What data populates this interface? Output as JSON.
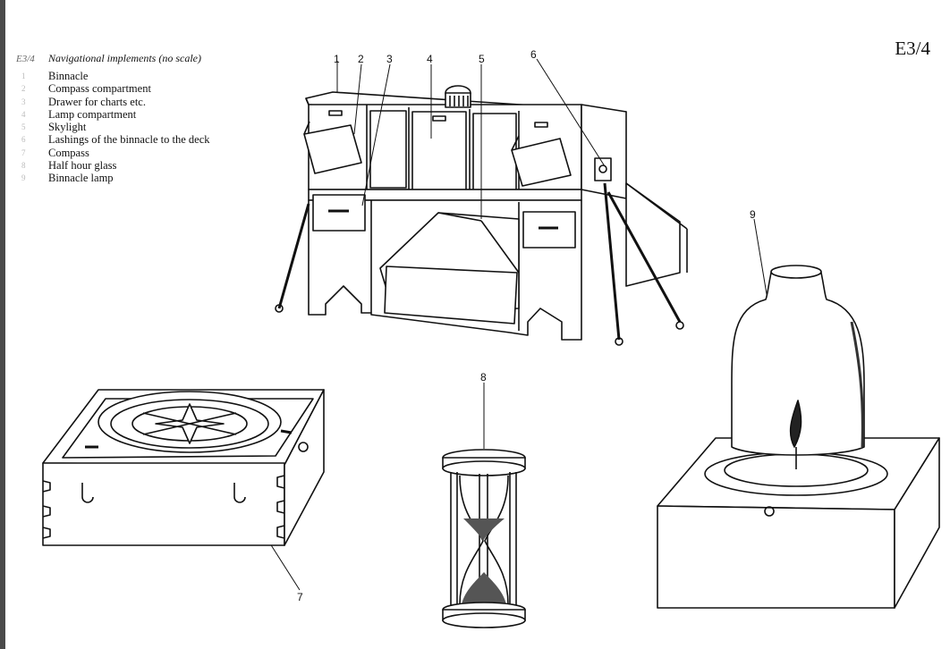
{
  "page_id": "E3/4",
  "legend": {
    "code": "E3/4",
    "title": "Navigational implements (no scale)",
    "items": [
      {
        "num": "1",
        "text": "Binnacle"
      },
      {
        "num": "2",
        "text": "Compass compartment"
      },
      {
        "num": "3",
        "text": "Drawer for charts etc."
      },
      {
        "num": "4",
        "text": "Lamp compartment"
      },
      {
        "num": "5",
        "text": "Skylight"
      },
      {
        "num": "6",
        "text": "Lashings of the binnacle to the deck"
      },
      {
        "num": "7",
        "text": "Compass"
      },
      {
        "num": "8",
        "text": "Half hour glass"
      },
      {
        "num": "9",
        "text": "Binnacle lamp"
      }
    ]
  },
  "callouts": [
    "1",
    "2",
    "3",
    "4",
    "5",
    "6",
    "7",
    "8",
    "9"
  ]
}
